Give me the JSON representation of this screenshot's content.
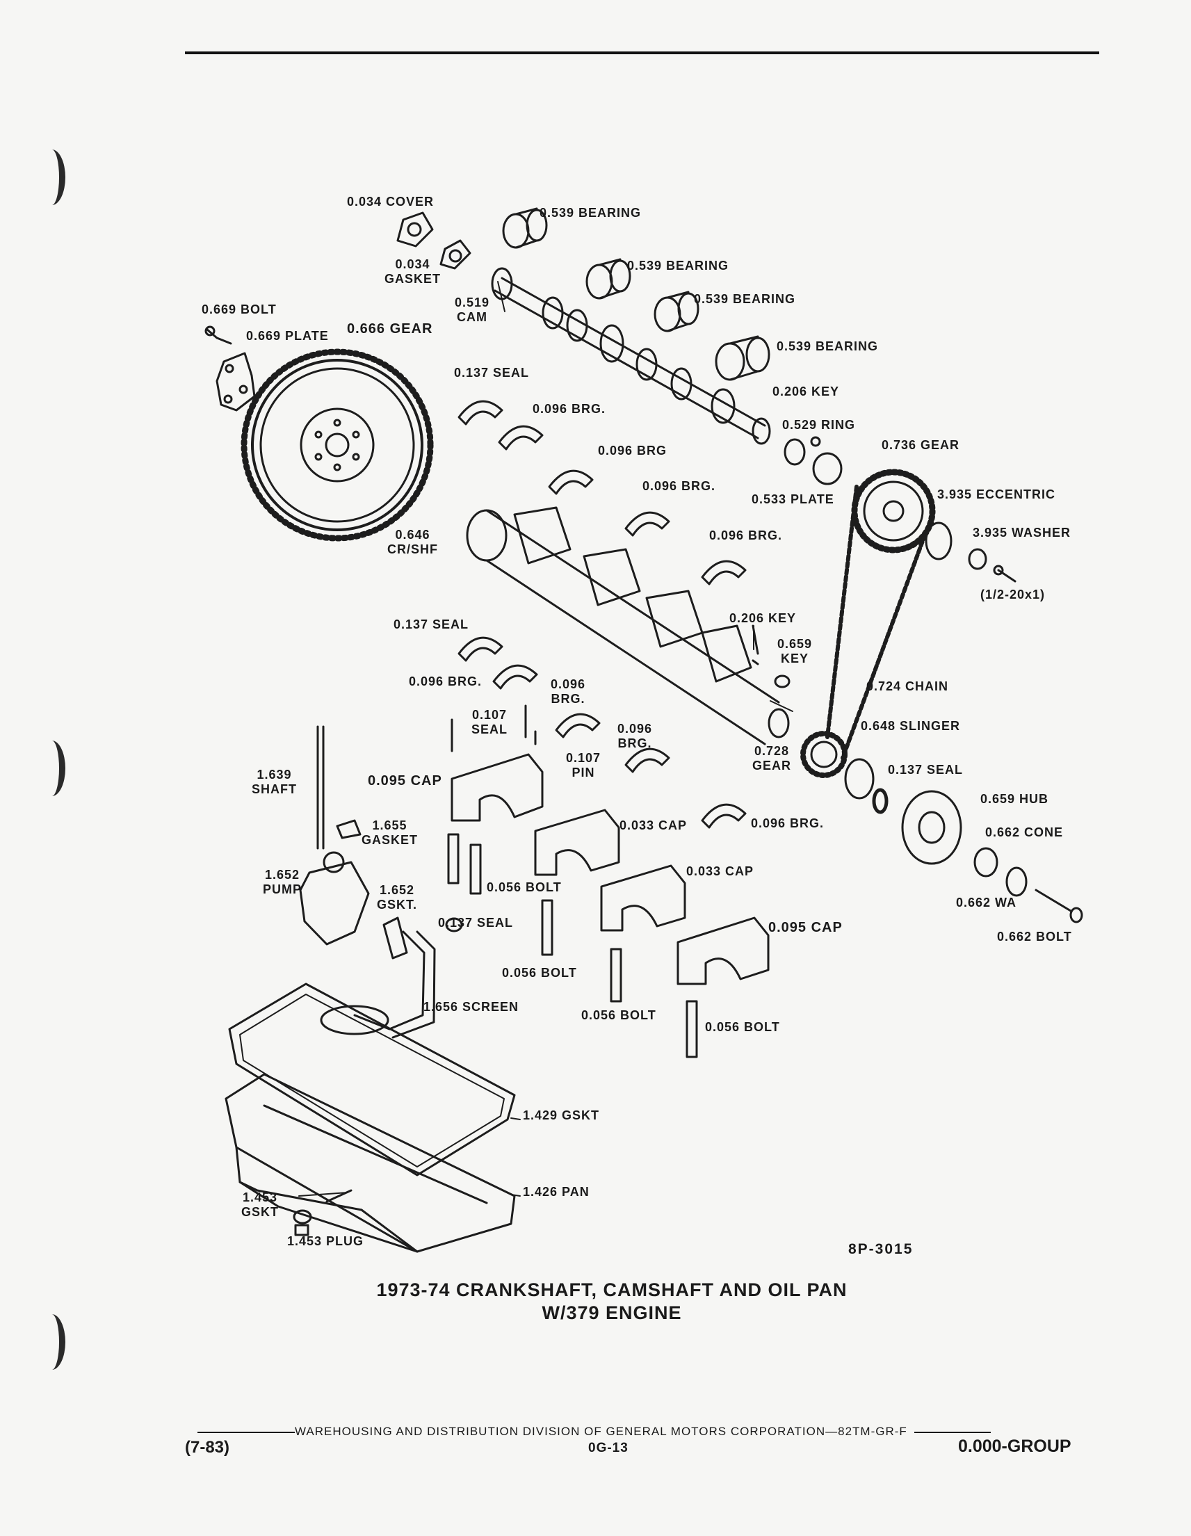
{
  "labels": {
    "cover": "0.034 COVER",
    "gasket_034": "0.034\nGASKET",
    "bearing_539": "0.539 BEARING",
    "bolt_669": "0.669 BOLT",
    "plate_669": "0.669 PLATE",
    "gear_666": "0.666 GEAR",
    "cam_519": "0.519\nCAM",
    "seal_137_top": "0.137 SEAL",
    "brg_096_dot": "0.096 BRG.",
    "brg_096": "0.096 BRG",
    "key_206": "0.206 KEY",
    "ring_529": "0.529 RING",
    "gear_736": "0.736 GEAR",
    "plate_533": "0.533 PLATE",
    "eccentric_3935": "3.935 ECCENTRIC",
    "washer_3935": "3.935 WASHER",
    "bolt_size": "(1/2-20x1)",
    "crankshaft_646": "0.646\nCR/SHF",
    "key_659": "0.659\nKEY",
    "chain_724": "0.724 CHAIN",
    "slinger_648": "0.648 SLINGER",
    "gear_728": "0.728\nGEAR",
    "seal_137": "0.137 SEAL",
    "hub_659": "0.659 HUB",
    "cone_662": "0.662 CONE",
    "wa_662": "0.662 WA",
    "bolt_662": "0.662 BOLT",
    "brg_096_stack": "0.096\nBRG.",
    "brg_096_stack_nodot": "0.096\nBRG.",
    "seal_107": "0.107\nSEAL",
    "pin_107": "0.107\nPIN",
    "cap_095": "0.095 CAP",
    "cap_033": "0.033 CAP",
    "shaft_1639": "1.639\nSHAFT",
    "gasket_1655": "1.655\nGASKET",
    "pump_1652": "1.652\nPUMP",
    "gskt_1652": "1.652\nGSKT.",
    "bolt_056": "0.056 BOLT",
    "screen_1656": "1.656  SCREEN",
    "gskt_1429": "1.429 GSKT",
    "pan_1426": "1.426 PAN",
    "gskt_1453": "1.453\nGSKT",
    "plug_1453": "1.453 PLUG"
  },
  "figure_code": "8P-3015",
  "caption_line1": "1973-74 CRANKSHAFT, CAMSHAFT AND OIL PAN",
  "caption_line2": "W/379 ENGINE",
  "footer_text": "WAREHOUSING AND DISTRIBUTION  DIVISION OF GENERAL MOTORS CORPORATION—82TM-GR-F",
  "footer_left": "(7-83)",
  "footer_page": "0G-13",
  "footer_group": "0.000-GROUP"
}
